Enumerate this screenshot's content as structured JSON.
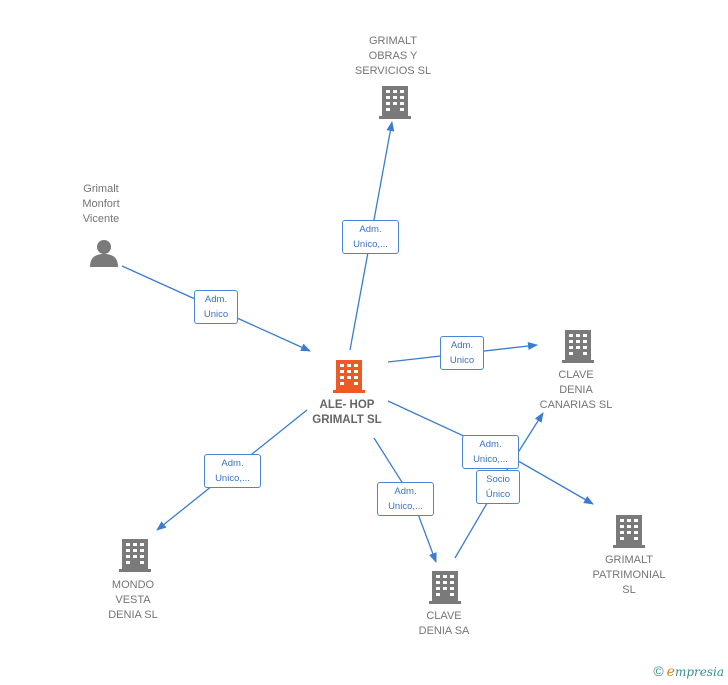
{
  "colors": {
    "edge": "#3a7dd0",
    "building": "#7a7a7a",
    "building_main": "#ee5a24",
    "person": "#7a7a7a"
  },
  "nodes": {
    "grimalt_obras": {
      "label": "GRIMALT\nOBRAS Y\nSERVICIOS  SL",
      "icon": "building-icon"
    },
    "grimalt_monfort": {
      "label": "Grimalt\nMonfort\nVicente",
      "icon": "person-icon"
    },
    "ale_hop": {
      "label": "ALE- HOP\nGRIMALT  SL",
      "icon": "building-icon"
    },
    "clave_canarias": {
      "label": "CLAVE\nDENIA\nCANARIAS  SL",
      "icon": "building-icon"
    },
    "grimalt_patrimonial": {
      "label": "GRIMALT\nPATRIMONIAL\nSL",
      "icon": "building-icon"
    },
    "mondo_vesta": {
      "label": "MONDO\nVESTA\nDENIA  SL",
      "icon": "building-icon"
    },
    "clave_denia": {
      "label": "CLAVE\nDENIA SA",
      "icon": "building-icon"
    }
  },
  "edges": {
    "to_obras": "Adm.\nUnico,...",
    "from_monfort": "Adm.\nUnico",
    "to_canarias": "Adm.\nUnico",
    "to_patrimonial": "Adm.\nUnico,...",
    "to_mondo": "Adm.\nUnico,...",
    "to_clave_denia": "Adm.\nUnico,...",
    "socio": "Socio\nÚnico"
  },
  "watermark": {
    "copyright": "©",
    "brand_initial": "e",
    "brand_rest": "mpresia"
  }
}
